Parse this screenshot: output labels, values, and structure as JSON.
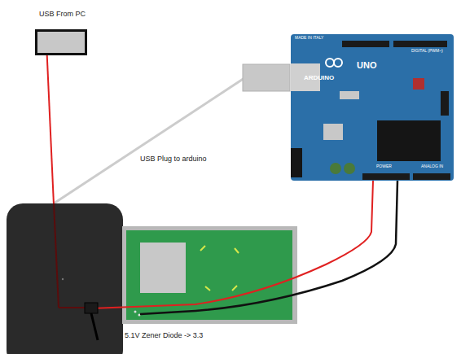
{
  "diagram": {
    "nodes": [
      {
        "text": [
          "USB From PC"
        ]
      },
      {
        "text": [
          "MADE IN ITALY",
          "DIGITAL (PWM~)",
          "UNO",
          "ARDUINO",
          "POWER",
          "ANALOG IN"
        ]
      }
    ],
    "labels": [
      "USB Plug to arduino",
      "5.1V Zener Diode -> 3.3"
    ]
  }
}
